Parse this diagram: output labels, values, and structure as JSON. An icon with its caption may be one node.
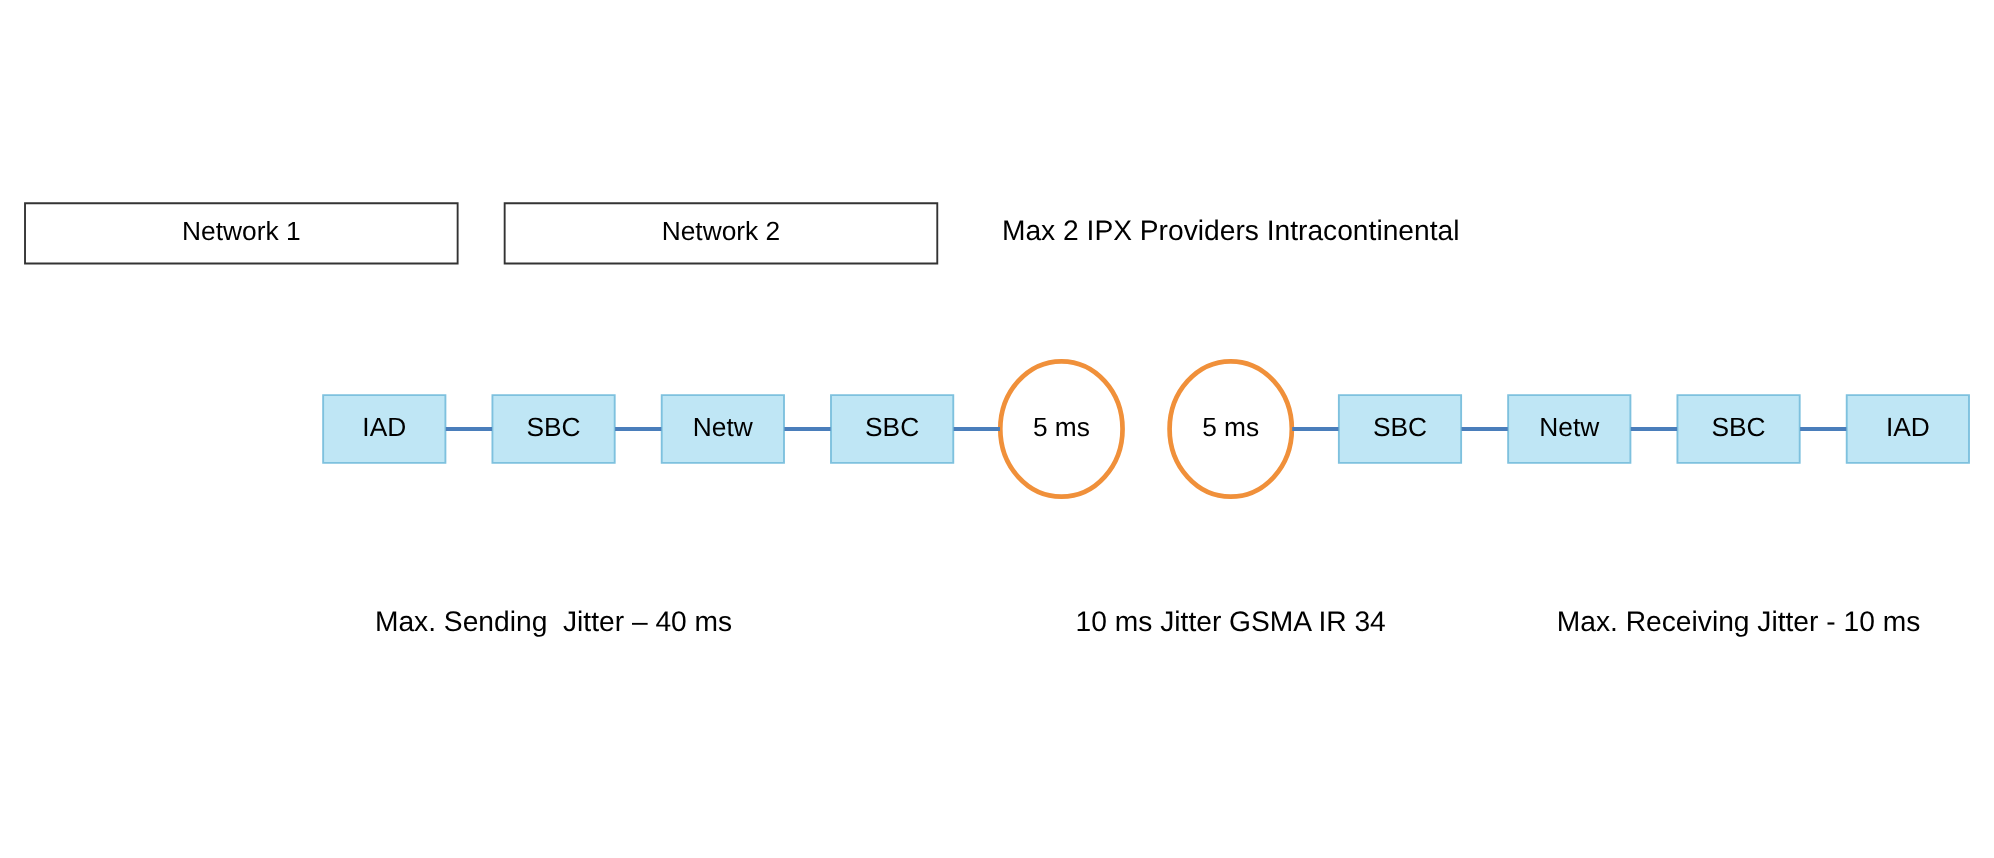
{
  "diagram": {
    "nodes": [
      {
        "text": [
          "Network 1"
        ]
      },
      {
        "text": [
          "Network 2"
        ]
      },
      {
        "text": [
          "IAD"
        ]
      },
      {
        "text": [
          "SBC"
        ]
      },
      {
        "text": [
          "Netw"
        ]
      },
      {
        "text": [
          "SBC"
        ]
      },
      {
        "text": [
          "5 ms"
        ]
      },
      {
        "text": [
          "5 ms"
        ]
      },
      {
        "text": [
          "SBC"
        ]
      },
      {
        "text": [
          "Netw"
        ]
      },
      {
        "text": [
          "SBC"
        ]
      },
      {
        "text": [
          "IAD"
        ]
      }
    ],
    "edges": [
      {
        "from": 2,
        "to": 3,
        "arrow": "none"
      },
      {
        "from": 3,
        "to": 4,
        "arrow": "none"
      },
      {
        "from": 4,
        "to": 5,
        "arrow": "none"
      },
      {
        "from": 5,
        "to": 6,
        "arrow": "none"
      },
      {
        "from": 7,
        "to": 8,
        "arrow": "none"
      },
      {
        "from": 8,
        "to": 9,
        "arrow": "none"
      },
      {
        "from": 9,
        "to": 10,
        "arrow": "none"
      },
      {
        "from": 10,
        "to": 11,
        "arrow": "none"
      }
    ],
    "labels": [
      "Max 2 IPX Providers Intracontinental",
      "Max. Sending  Jitter – 40 ms",
      "10 ms Jitter GSMA IR 34",
      "Max. Receiving Jitter - 10 ms"
    ]
  }
}
